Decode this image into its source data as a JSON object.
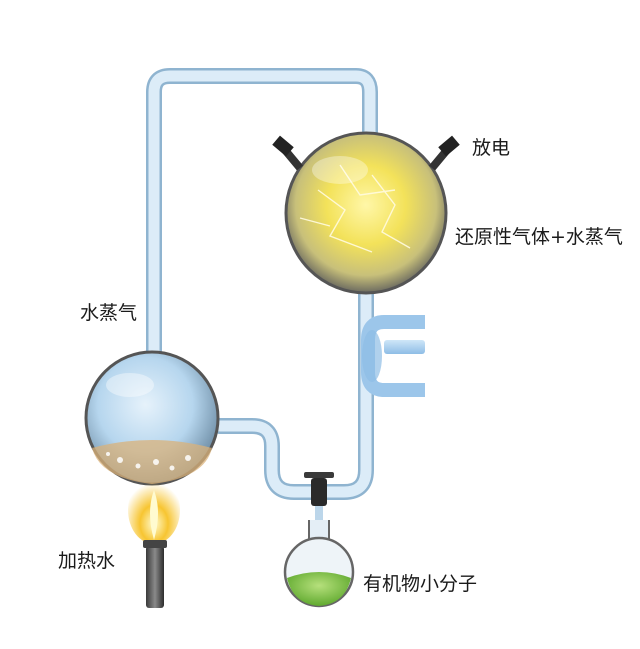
{
  "labels": {
    "discharge": "放电",
    "reducing_gases": "还原性气体+水蒸气",
    "water_vapor": "水蒸气",
    "heating_water": "加热水",
    "organic_molecules": "有机物小分子"
  },
  "colors": {
    "tube_fill": "#cfe4f4",
    "tube_edge": "#8fb4d0",
    "spark_glow": "#f3e25a",
    "boiling_water": "#bcd8ef",
    "flame": "#f7c531",
    "product_liquid": "#7cc24a",
    "condenser": "#9cc6ea"
  }
}
